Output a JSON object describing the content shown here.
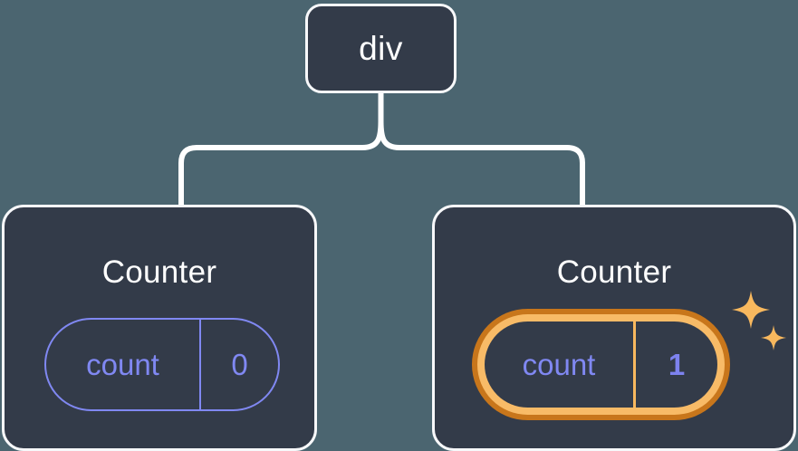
{
  "colors": {
    "background": "#4b6570",
    "node_fill": "#333b49",
    "node_border": "#f7f8fa",
    "connector": "#ffffff",
    "state_accent": "#8088f2",
    "highlight_outer_ring": "#c8761b",
    "highlight_inner_ring": "#f8bb67",
    "sparkle": "#f8b85e",
    "title_text": "#ffffff"
  },
  "tree": {
    "root": {
      "label": "div"
    },
    "children": [
      {
        "label": "Counter",
        "highlighted": false,
        "state": {
          "key": "count",
          "value": "0"
        }
      },
      {
        "label": "Counter",
        "highlighted": true,
        "state": {
          "key": "count",
          "value": "1"
        },
        "sparkle_icons": [
          "sparkle-large-icon",
          "sparkle-small-icon"
        ]
      }
    ]
  }
}
